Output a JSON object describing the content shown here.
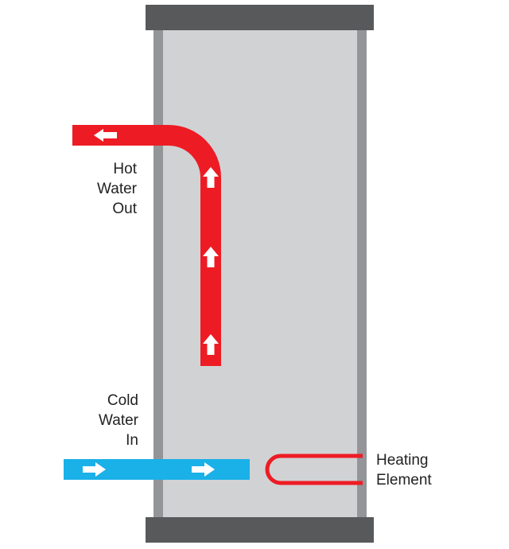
{
  "labels": {
    "hot_water_out": [
      "Hot",
      "Water",
      "Out"
    ],
    "cold_water_in": [
      "Cold",
      "Water",
      "In"
    ],
    "heating_element": [
      "Heating",
      "Element"
    ]
  },
  "colors": {
    "tank_fill": "#d1d2d4",
    "tank_wall": "#939598",
    "tank_cap": "#58595b",
    "hot_pipe": "#ed1c24",
    "cold_pipe": "#1ab0e8",
    "arrow": "#ffffff",
    "heating_element": "#ed1c24",
    "label_text": "#222222"
  },
  "icons": {
    "hot_flow_arrows": "arrow-icon",
    "cold_flow_arrows": "arrow-icon"
  }
}
